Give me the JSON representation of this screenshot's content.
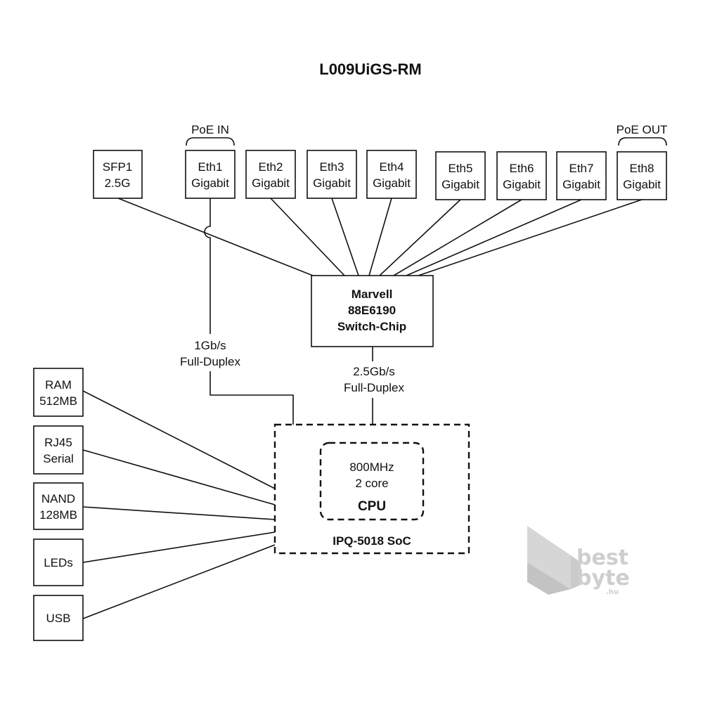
{
  "title": "L009UiGS-RM",
  "ports": [
    {
      "line1": "SFP1",
      "line2": "2.5G"
    },
    {
      "line1": "Eth1",
      "line2": "Gigabit"
    },
    {
      "line1": "Eth2",
      "line2": "Gigabit"
    },
    {
      "line1": "Eth3",
      "line2": "Gigabit"
    },
    {
      "line1": "Eth4",
      "line2": "Gigabit"
    },
    {
      "line1": "Eth5",
      "line2": "Gigabit"
    },
    {
      "line1": "Eth6",
      "line2": "Gigabit"
    },
    {
      "line1": "Eth7",
      "line2": "Gigabit"
    },
    {
      "line1": "Eth8",
      "line2": "Gigabit"
    }
  ],
  "poe_in_label": "PoE IN",
  "poe_out_label": "PoE OUT",
  "switch_chip": {
    "line1": "Marvell",
    "line2": "88E6190",
    "line3": "Switch-Chip"
  },
  "link_cpu_eth1": {
    "line1": "1Gb/s",
    "line2": "Full-Duplex"
  },
  "link_cpu_switch": {
    "line1": "2.5Gb/s",
    "line2": "Full-Duplex"
  },
  "peripherals": [
    {
      "line1": "RAM",
      "line2": "512MB"
    },
    {
      "line1": "RJ45",
      "line2": "Serial"
    },
    {
      "line1": "NAND",
      "line2": "128MB"
    },
    {
      "line1": "LEDs",
      "line2": ""
    },
    {
      "line1": "USB",
      "line2": ""
    }
  ],
  "cpu": {
    "freq": "800MHz",
    "cores": "2 core",
    "label": "CPU"
  },
  "soc_label": "IPQ-5018 SoC",
  "watermark": {
    "line1": "best",
    "line2": "byte",
    "suffix": ".hu"
  }
}
